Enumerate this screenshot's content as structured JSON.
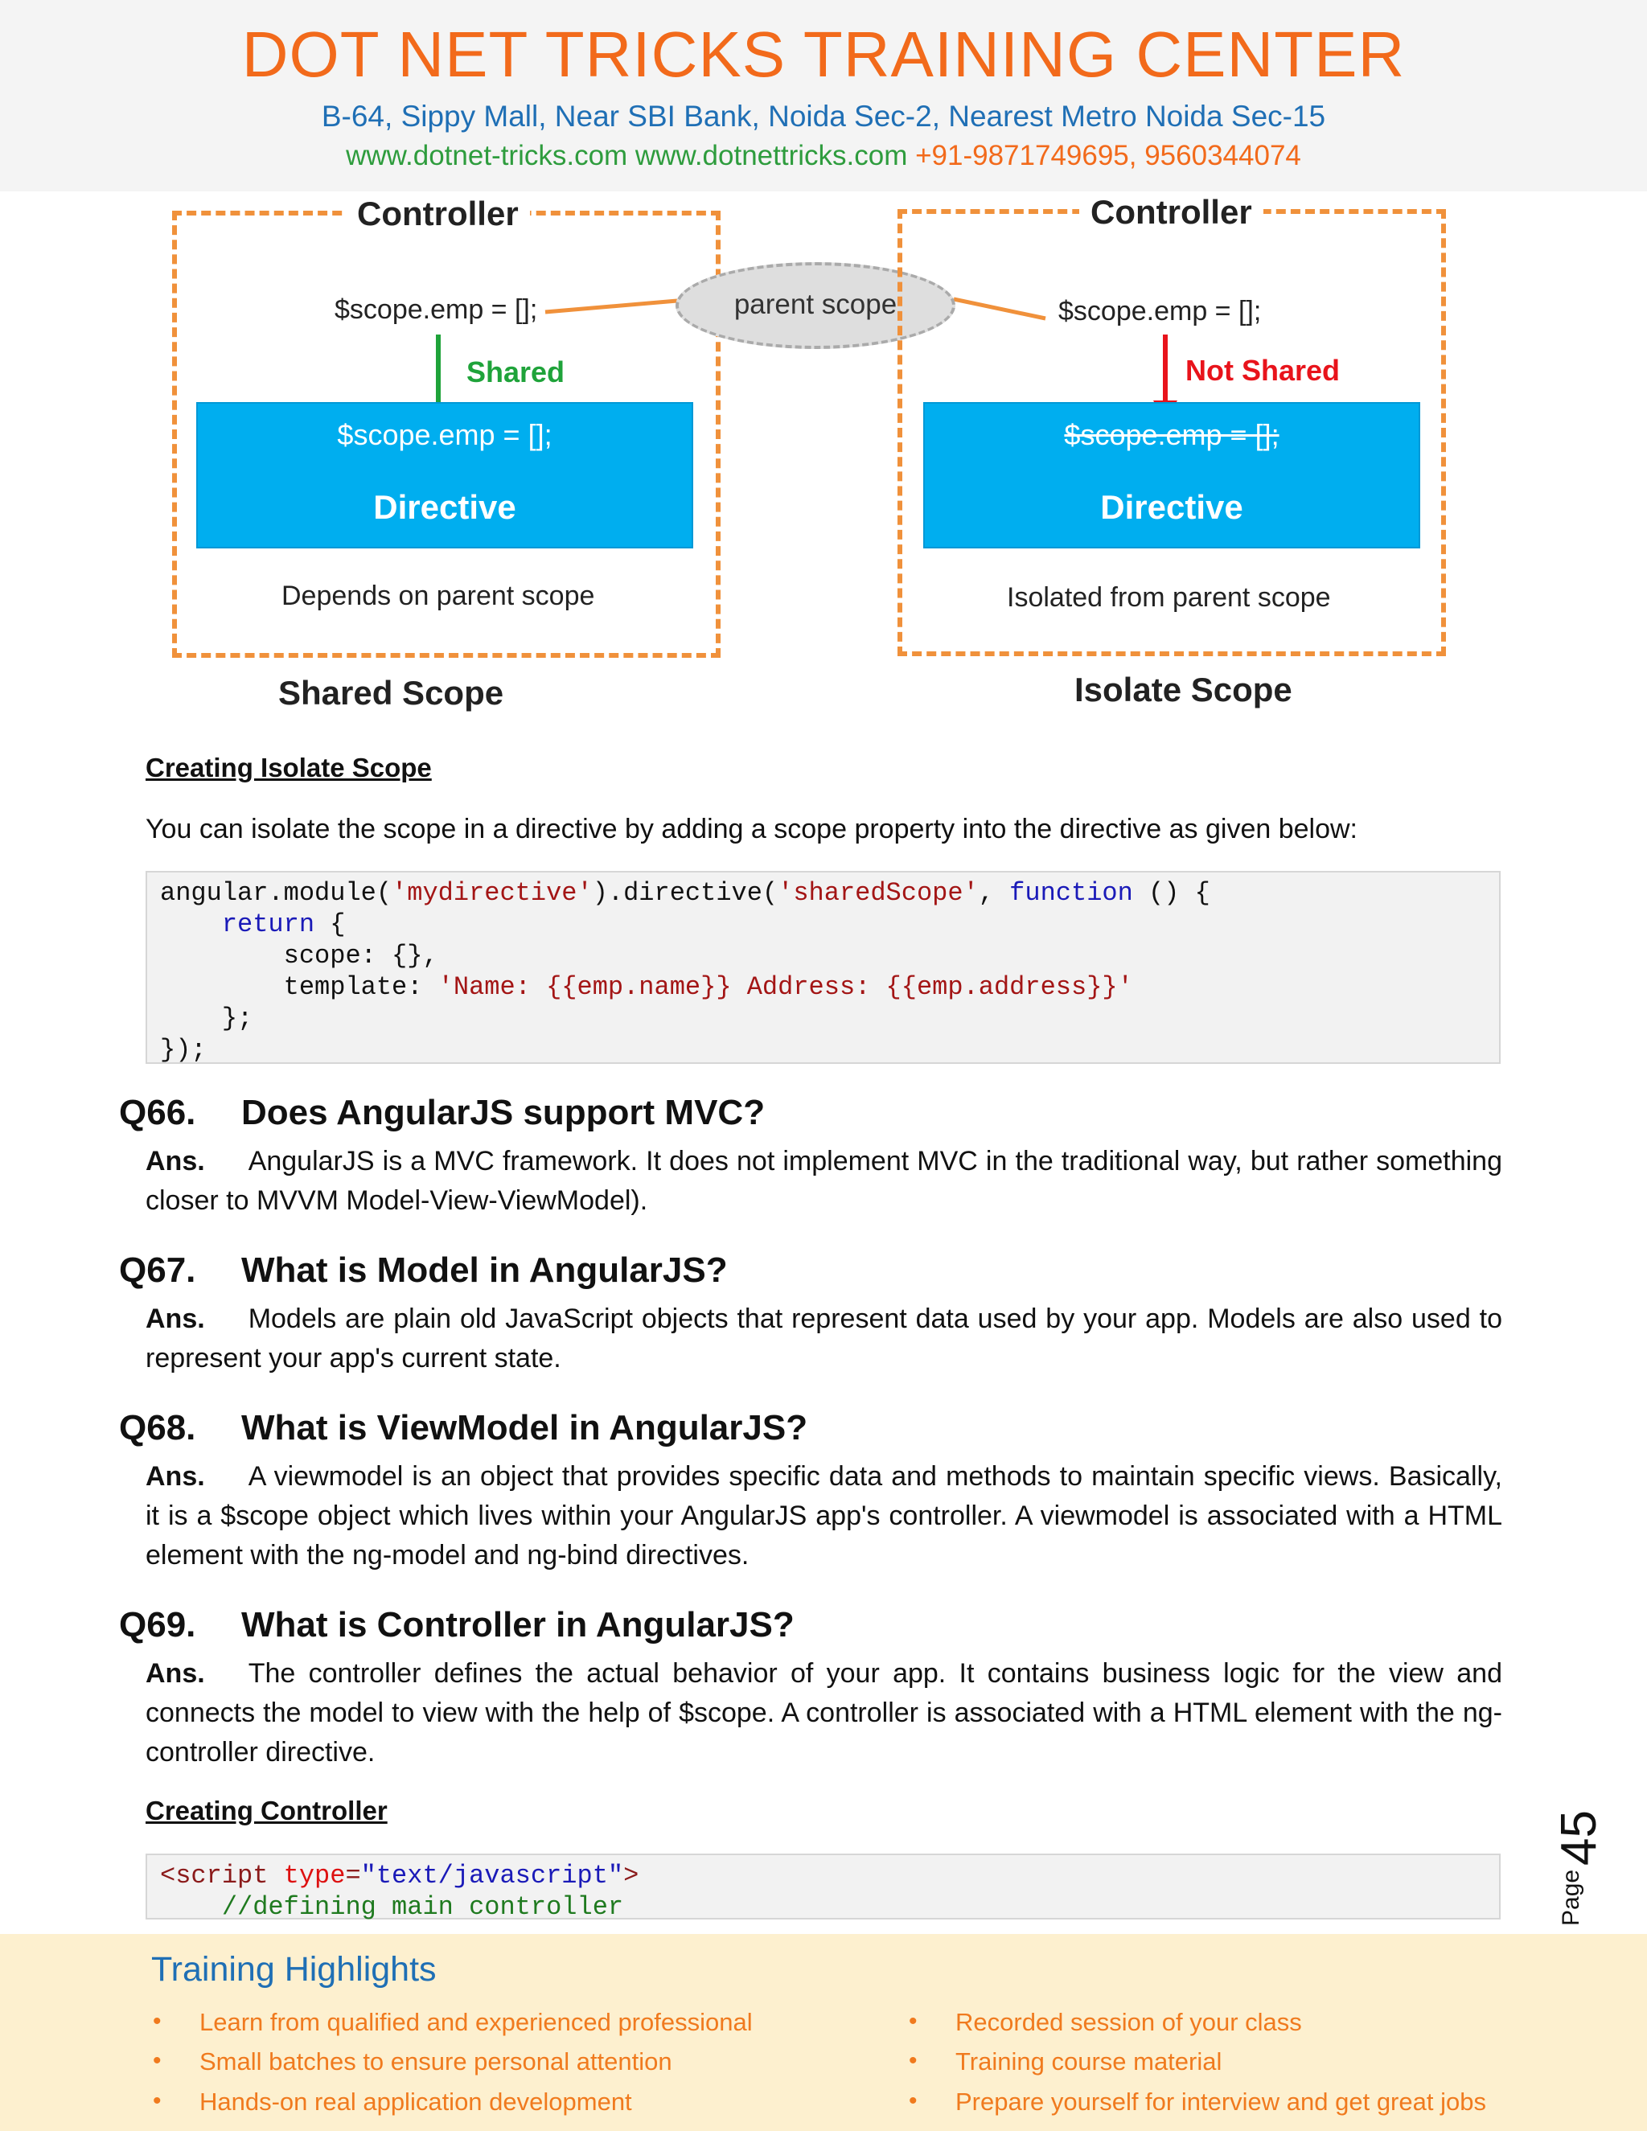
{
  "header": {
    "title": "DOT NET TRICKS TRAINING CENTER",
    "address": "B-64, Sippy Mall, Near SBI Bank, Noida Sec-2, Nearest Metro Noida Sec-15",
    "websites": "www.dotnet-tricks.com www.dotnettricks.com",
    "phone": "+91-9871749695, 9560344074"
  },
  "diagram": {
    "parent_scope": "parent scope",
    "left": {
      "controller": "Controller",
      "code": "$scope.emp = [];",
      "arrow_label": "Shared",
      "directive_code": "$scope.emp = [];",
      "directive": "Directive",
      "note": "Depends on parent scope",
      "caption": "Shared Scope"
    },
    "right": {
      "controller": "Controller",
      "code": "$scope.emp = [];",
      "arrow_label": "Not Shared",
      "directive_code": "$scope.emp = [];",
      "directive": "Directive",
      "note": "Isolated from parent scope",
      "caption": "Isolate Scope"
    },
    "colors": {
      "orange": "#f0913b",
      "blue": "#00aeef",
      "green": "#1fa33a",
      "red": "#e8131b"
    }
  },
  "section1": {
    "heading": "Creating Isolate Scope",
    "intro": "You can isolate the scope in a directive by adding a scope property into the directive as given below:"
  },
  "code1": {
    "l1_a": "angular.module(",
    "l1_b": "'mydirective'",
    "l1_c": ").directive(",
    "l1_d": "'sharedScope'",
    "l1_e": ", ",
    "l1_f": "function",
    "l1_g": " () {",
    "l2_a": "return",
    "l2_b": " {",
    "l3": "scope: {},",
    "l4_a": "template: ",
    "l4_b": "'Name: {{emp.name}} Address: {{emp.address}}'",
    "l5": "};",
    "l6": "});"
  },
  "questions": [
    {
      "num": "Q66.",
      "title": "Does AngularJS support MVC?",
      "ans_label": "Ans.",
      "answer": "AngularJS is a MVC framework. It does not implement MVC in the traditional way, but rather something closer to MVVM Model-View-ViewModel)."
    },
    {
      "num": "Q67.",
      "title": "What is Model in AngularJS?",
      "ans_label": "Ans.",
      "answer": "Models are plain old JavaScript objects that represent data used by your app. Models are also used to represent your app's current state."
    },
    {
      "num": "Q68.",
      "title": "What is ViewModel in AngularJS?",
      "ans_label": "Ans.",
      "answer": "A viewmodel is an object that provides specific data and methods to maintain specific views. Basically, it is a $scope object which lives within your AngularJS app's controller. A viewmodel is associated with a HTML element with the ng-model and ng-bind directives."
    },
    {
      "num": "Q69.",
      "title": "What is Controller in AngularJS?",
      "ans_label": "Ans.",
      "answer": "The controller defines the actual behavior of your app. It contains business logic for the view and connects the model to view with the help of $scope. A controller is associated with a HTML element with the ng-controller directive."
    }
  ],
  "section2": {
    "heading": "Creating Controller"
  },
  "code2": {
    "l1_a": "<script ",
    "l1_b": "type",
    "l1_c": "=",
    "l1_d": "\"text/javascript\"",
    "l1_e": ">",
    "l2": "//defining main controller"
  },
  "page": {
    "label": "Page",
    "number": "45"
  },
  "footer": {
    "title": "Training Highlights",
    "bullet": "•",
    "left": [
      "Learn from qualified and experienced professional",
      "Small  batches to ensure personal attention",
      "Hands-on real application development"
    ],
    "right": [
      "Recorded session of your class",
      "Training course material",
      "Prepare yourself for interview and get great jobs"
    ]
  }
}
